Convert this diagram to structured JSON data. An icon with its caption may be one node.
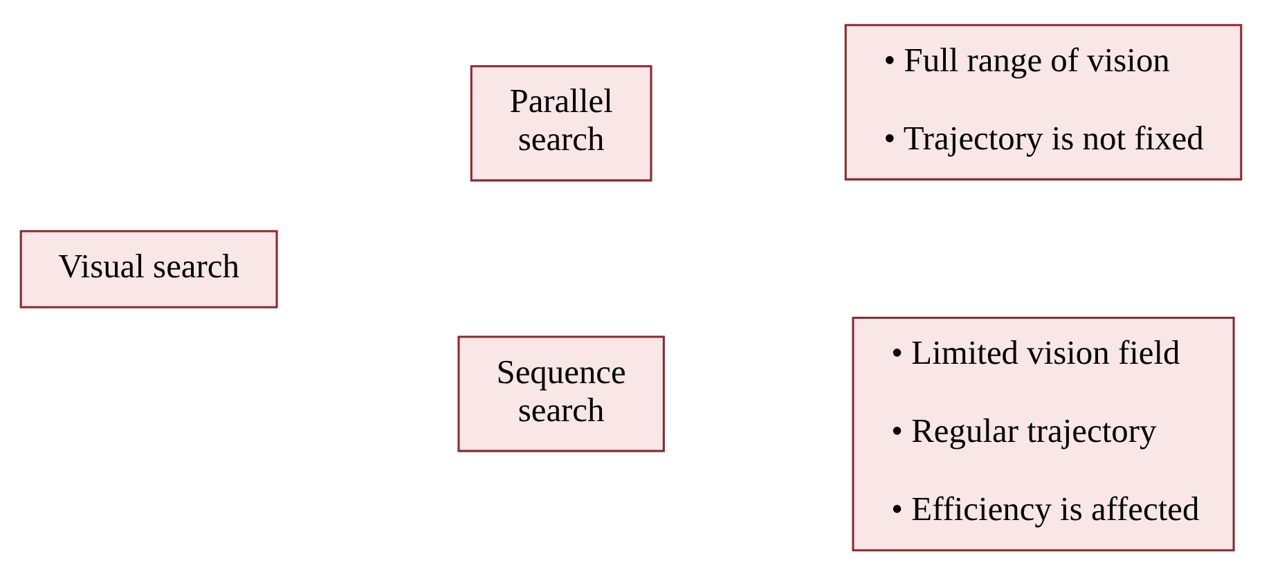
{
  "diagram": {
    "nodes": [
      {
        "text": [
          "Visual search"
        ]
      },
      {
        "text": [
          "Parallel search"
        ]
      },
      {
        "text": [
          "• Full range of vision",
          "• Trajectory is not fixed"
        ]
      },
      {
        "text": [
          "Sequence search"
        ]
      },
      {
        "text": [
          "• Limited vision field",
          "• Regular trajectory",
          "• Efficiency is affected"
        ]
      }
    ],
    "edges": []
  }
}
